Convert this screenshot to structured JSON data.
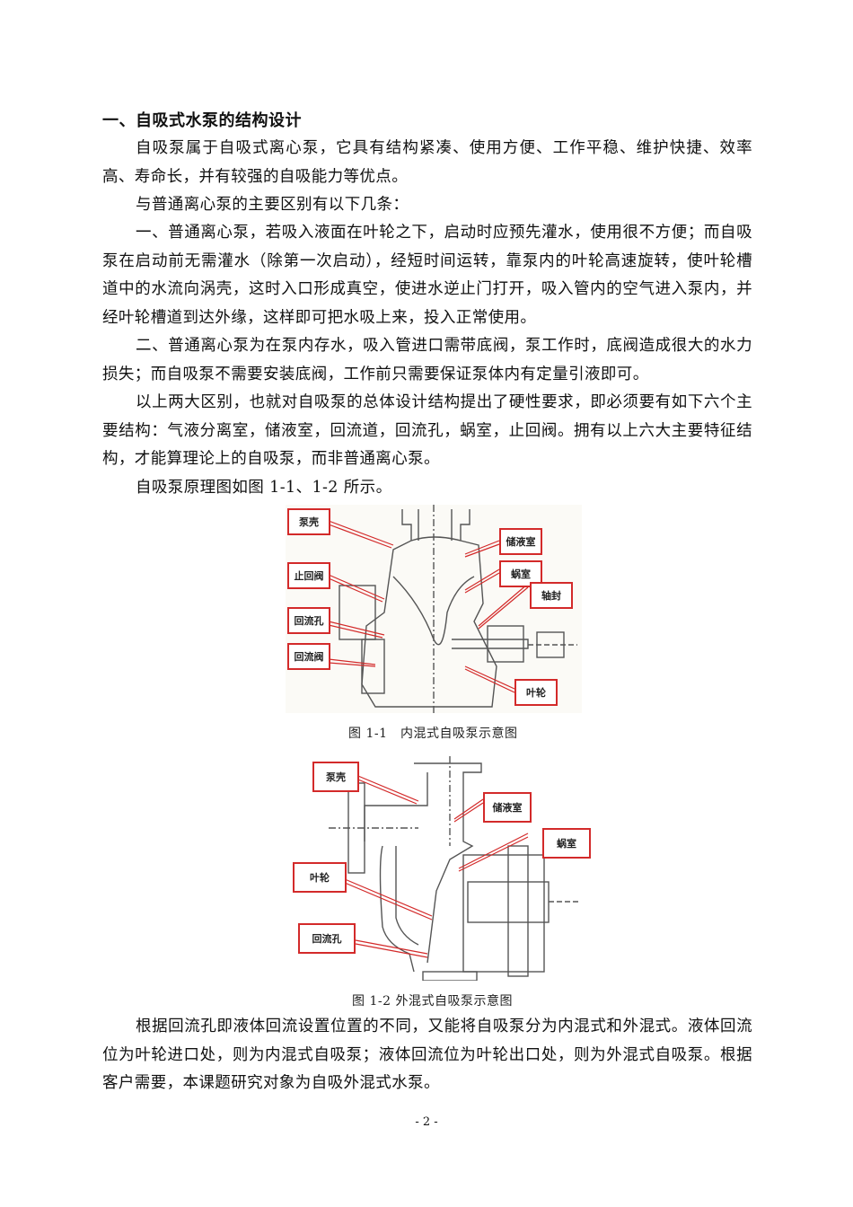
{
  "section": {
    "heading": "一、自吸式水泵的结构设计"
  },
  "paragraphs": [
    "自吸泵属于自吸式离心泵，它具有结构紧凑、使用方便、工作平稳、维护快捷、效率高、寿命长，并有较强的自吸能力等优点。",
    "与普通离心泵的主要区别有以下几条：",
    "一、普通离心泵，若吸入液面在叶轮之下，启动时应预先灌水，使用很不方便；而自吸泵在启动前无需灌水（除第一次启动），经短时间运转，靠泵内的叶轮高速旋转，使叶轮槽道中的水流向涡壳，这时入口形成真空，使进水逆止门打开，吸入管内的空气进入泵内，并经叶轮槽道到达外缘，这样即可把水吸上来，投入正常使用。",
    "二、普通离心泵为在泵内存水，吸入管进口需带底阀，泵工作时，底阀造成很大的水力损失；而自吸泵不需要安装底阀，工作前只需要保证泵体内有定量引液即可。",
    "以上两大区别，也就对自吸泵的总体设计结构提出了硬性要求，即必须要有如下六个主要结构：气液分离室，储液室，回流道，回流孔，蜗室，止回阀。拥有以上六大主要特征结构，才能算理论上的自吸泵，而非普通离心泵。",
    "自吸泵原理图如图 1-1、1-2 所示。"
  ],
  "figure1": {
    "caption": "图 1-1　内混式自吸泵示意图",
    "labels": [
      "泵壳",
      "止回阀",
      "回流孔",
      "回流阀",
      "储液室",
      "蜗室",
      "轴封",
      "叶轮"
    ]
  },
  "figure2": {
    "caption": "图 1-2 外混式自吸泵示意图",
    "labels": [
      "泵壳",
      "叶轮",
      "回流孔",
      "储液室",
      "蜗室"
    ]
  },
  "closing_paragraph": "根据回流孔即液体回流设置位置的不同，又能将自吸泵分为内混式和外混式。液体回流位为叶轮进口处，则为内混式自吸泵；液体回流位为叶轮出口处，则为外混式自吸泵。根据客户需要，本课题研究对象为自吸外混式水泵。",
  "page_number": "- 2 -",
  "colors": {
    "label_border": "#d32a2a",
    "leader_line": "#d32a2a"
  }
}
